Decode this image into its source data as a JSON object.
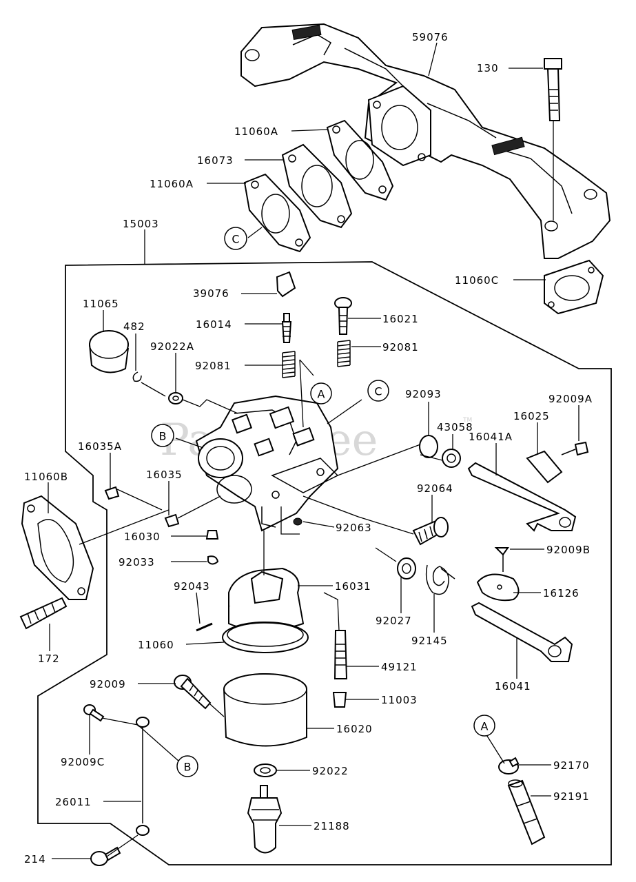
{
  "watermark": {
    "text": "PartsTree",
    "tm": "TM"
  },
  "callouts": {
    "A": "A",
    "B": "B",
    "C": "C"
  },
  "labels": {
    "p59076": "59076",
    "p130": "130",
    "p11060A_upper": "11060A",
    "p16073": "16073",
    "p11060A_lower": "11060A",
    "p15003": "15003",
    "p11060C": "11060C",
    "p39076": "39076",
    "p11065": "11065",
    "p16014": "16014",
    "p16021": "16021",
    "p482": "482",
    "p92022A": "92022A",
    "p92081_left": "92081",
    "p92081_right": "92081",
    "p92093": "92093",
    "p92009A": "92009A",
    "p43058": "43058",
    "p16025": "16025",
    "p16041A": "16041A",
    "p16035A": "16035A",
    "p11060B": "11060B",
    "p16035": "16035",
    "p92064": "92064",
    "p16030": "16030",
    "p92063": "92063",
    "p92009B": "92009B",
    "p92033": "92033",
    "p16031": "16031",
    "p16126": "16126",
    "p92043": "92043",
    "p92027": "92027",
    "p92145": "92145",
    "p11060": "11060",
    "p49121": "49121",
    "p172": "172",
    "p16041": "16041",
    "p92009": "92009",
    "p11003": "11003",
    "p16020": "16020",
    "p92009C": "92009C",
    "p92170": "92170",
    "p92022": "92022",
    "p26011": "26011",
    "p92191": "92191",
    "p21188": "21188",
    "p214": "214"
  }
}
